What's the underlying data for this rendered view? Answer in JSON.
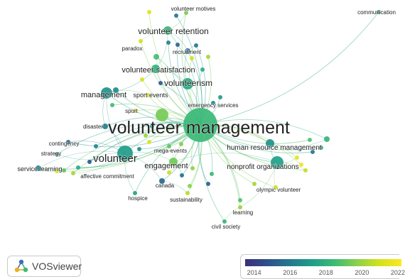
{
  "network": {
    "nodes": [
      {
        "id": "volunteer-management",
        "label": "volunteer management",
        "year": 2018.4
      },
      {
        "id": "volunteer",
        "label": "volunteer",
        "year": 2017.2
      },
      {
        "id": "management",
        "label": "management",
        "year": 2016.8
      },
      {
        "id": "volunteer-retention",
        "label": "volunteer retention",
        "year": 2018.2
      },
      {
        "id": "volunteer-satisfaction",
        "label": "volunteer satisfaction",
        "year": 2018.0
      },
      {
        "id": "volunteerism",
        "label": "volunteerism",
        "year": 2017.6
      },
      {
        "id": "volunteer-motives",
        "label": "volunteer motives",
        "year": 2019.5
      },
      {
        "id": "communication",
        "label": "communication",
        "year": 2017.0
      },
      {
        "id": "paradox",
        "label": "paradox",
        "year": 2021.0
      },
      {
        "id": "recruitment",
        "label": "recruitment",
        "year": 2015.8
      },
      {
        "id": "sport-events",
        "label": "sport events",
        "year": 2021.2
      },
      {
        "id": "sport",
        "label": "sport",
        "year": 2021.0
      },
      {
        "id": "emergency-services",
        "label": "emergency services",
        "year": 2016.5
      },
      {
        "id": "disaster",
        "label": "disaster",
        "year": 2016.2
      },
      {
        "id": "contingency",
        "label": "contingency",
        "year": 2015.5
      },
      {
        "id": "strategy",
        "label": "strategy",
        "year": 2016.8
      },
      {
        "id": "service-learning",
        "label": "service learning",
        "year": 2016.5
      },
      {
        "id": "affective-commitment",
        "label": "affective commitment",
        "year": 2020.2
      },
      {
        "id": "mega-events",
        "label": "mega-events",
        "year": 2019.0
      },
      {
        "id": "engagement",
        "label": "engagement",
        "year": 2019.3
      },
      {
        "id": "human-resource-management",
        "label": "human resource management",
        "year": 2016.8
      },
      {
        "id": "nonprofit-organizations",
        "label": "nonprofit organizations",
        "year": 2017.3
      },
      {
        "id": "canada",
        "label": "canada",
        "year": 2015.5
      },
      {
        "id": "hospice",
        "label": "hospice",
        "year": 2017.5
      },
      {
        "id": "sustainability",
        "label": "sustainability",
        "year": 2020.5
      },
      {
        "id": "olympic-volunteer",
        "label": "olympic volunteer",
        "year": 2020.8
      },
      {
        "id": "learning",
        "label": "learning",
        "year": 2020.0
      },
      {
        "id": "civil-society",
        "label": "civil society",
        "year": 2018.2
      },
      {
        "id": "n-top-1",
        "label": "",
        "year": 2021.3
      },
      {
        "id": "n-top-2",
        "label": "",
        "year": 2016.0
      },
      {
        "id": "n-top-3",
        "label": "",
        "year": 2016.3
      },
      {
        "id": "n-top-4",
        "label": "",
        "year": 2018.6
      },
      {
        "id": "n-top-5",
        "label": "",
        "year": 2015.4
      },
      {
        "id": "n-top-6",
        "label": "",
        "year": 2016.1
      },
      {
        "id": "n-top-7",
        "label": "",
        "year": 2021.0
      },
      {
        "id": "n-top-8",
        "label": "",
        "year": 2020.2
      },
      {
        "id": "n-top-9",
        "label": "",
        "year": 2017.8
      },
      {
        "id": "n-top-10",
        "label": "",
        "year": 2015.1
      },
      {
        "id": "n-mid-1",
        "label": "",
        "year": 2016.6
      },
      {
        "id": "n-mid-2",
        "label": "",
        "year": 2018.5
      },
      {
        "id": "n-mid-3",
        "label": "",
        "year": 2021.1
      },
      {
        "id": "n-mid-4",
        "label": "",
        "year": 2017.2
      },
      {
        "id": "n-mid-5",
        "label": "",
        "year": 2019.4
      },
      {
        "id": "n-mid-6",
        "label": "",
        "year": 2017.0
      },
      {
        "id": "n-mid-7",
        "label": "",
        "year": 2020.0
      },
      {
        "id": "n-mid-8",
        "label": "",
        "year": 2019.6
      },
      {
        "id": "n-mid-9",
        "label": "",
        "year": 2016.7
      },
      {
        "id": "n-mid-10",
        "label": "",
        "year": 2021.2
      },
      {
        "id": "n-mid-11",
        "label": "",
        "year": 2020.8
      },
      {
        "id": "n-right-1",
        "label": "",
        "year": 2018.8
      },
      {
        "id": "n-right-2",
        "label": "",
        "year": 2018.2
      },
      {
        "id": "n-right-3",
        "label": "",
        "year": 2016.0
      },
      {
        "id": "n-right-4",
        "label": "",
        "year": 2021.5
      },
      {
        "id": "n-right-5",
        "label": "",
        "year": 2020.7
      },
      {
        "id": "n-right-6",
        "label": "",
        "year": 2021.7
      },
      {
        "id": "n-right-7",
        "label": "",
        "year": 2018.0
      },
      {
        "id": "n-low-1",
        "label": "",
        "year": 2015.8
      },
      {
        "id": "n-low-2",
        "label": "",
        "year": 2019.8
      },
      {
        "id": "n-low-3",
        "label": "",
        "year": 2018.4
      },
      {
        "id": "n-low-4",
        "label": "",
        "year": 2015.2
      },
      {
        "id": "n-low-5",
        "label": "",
        "year": 2018.8
      },
      {
        "id": "n-low-6",
        "label": "",
        "year": 2020.2
      },
      {
        "id": "n-low-7",
        "label": "",
        "year": 2019.7
      },
      {
        "id": "n-left-1",
        "label": "",
        "year": 2015.0
      },
      {
        "id": "n-left-2",
        "label": "",
        "year": 2017.8
      },
      {
        "id": "n-left-3",
        "label": "",
        "year": 2019.0
      },
      {
        "id": "n-left-4",
        "label": "",
        "year": 2021.1
      },
      {
        "id": "n-left-5",
        "label": "",
        "year": 2016.4
      }
    ]
  },
  "color_scale": {
    "min_year": 2013.5,
    "max_year": 2022.2,
    "colors": [
      "#3b2e7e",
      "#30508c",
      "#24788e",
      "#1f9e89",
      "#3cbb75",
      "#8ad04b",
      "#d2e21b",
      "#fde725"
    ],
    "ticks": [
      "2014",
      "2016",
      "2018",
      "2020",
      "2022"
    ]
  },
  "branding": {
    "app_name": "VOSviewer",
    "logo_icon": "vosviewer-logo-icon"
  }
}
